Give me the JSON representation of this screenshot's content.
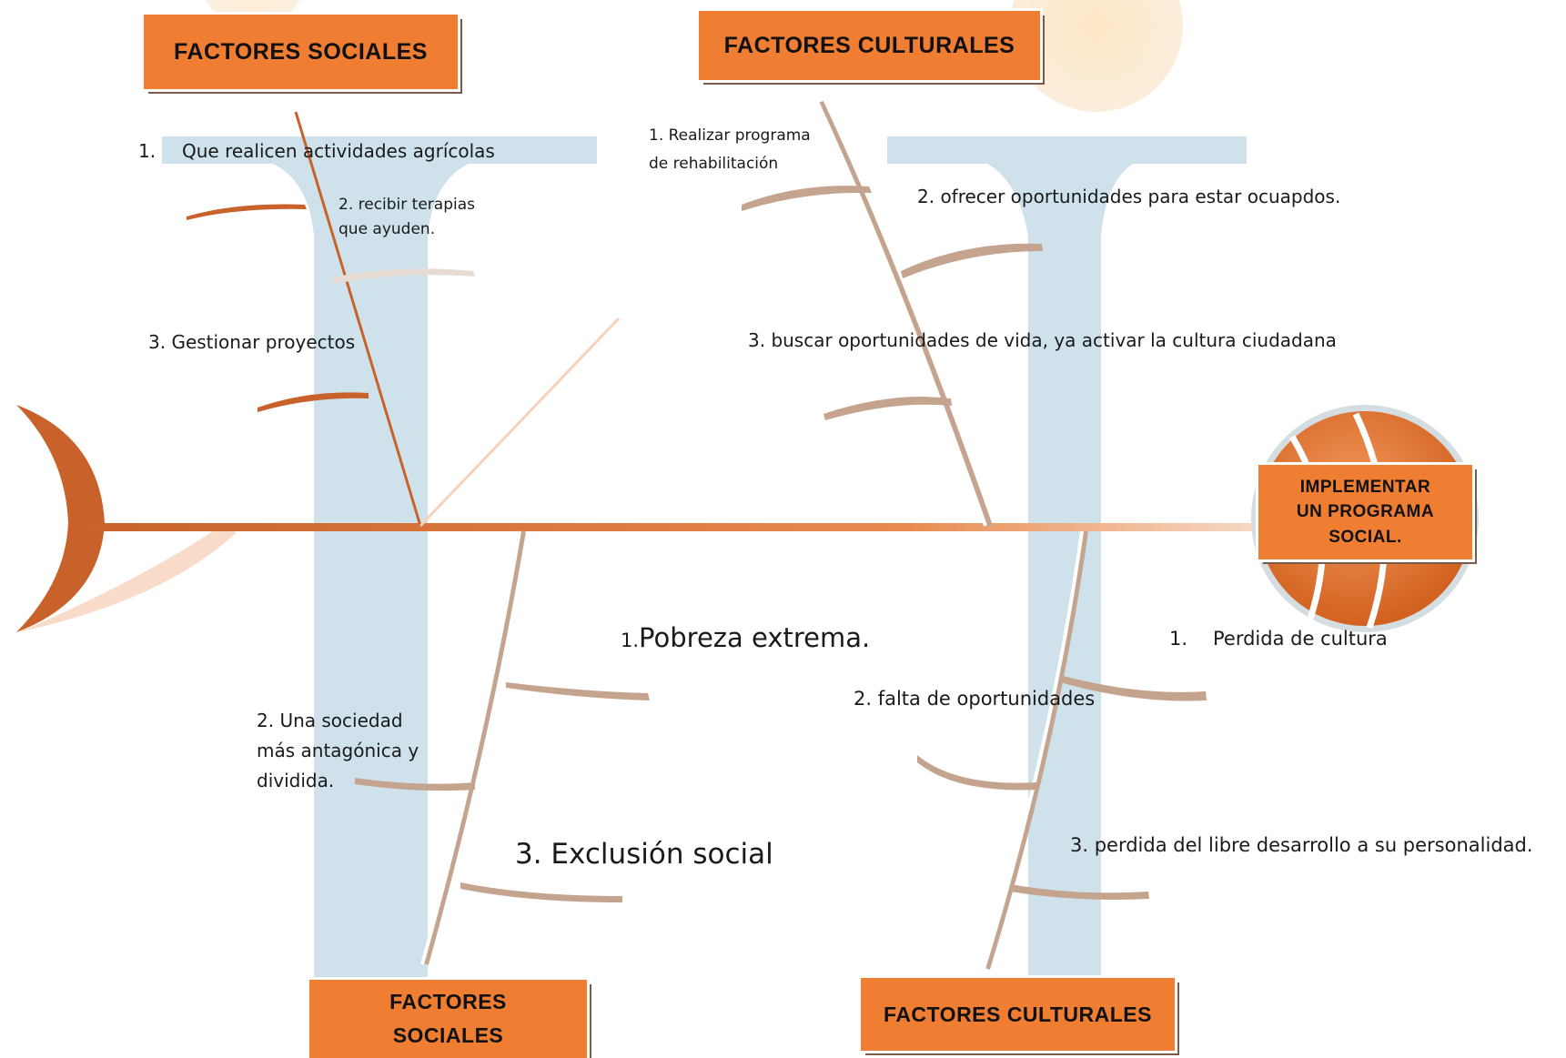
{
  "colors": {
    "accent": "#ef7d32",
    "bone_blue": "#cfe2ec",
    "shadow": "#c4a48e"
  },
  "boxes": {
    "top_left": "FACTORES SOCIALES",
    "top_right": "FACTORES CULTURALES",
    "bottom_left": "FACTORES SOCIALES",
    "bottom_right": "FACTORES CULTURALES",
    "head": "IMPLEMENTAR UN PROGRAMA SOCIAL."
  },
  "top_left_items": [
    {
      "num": "1.",
      "text": "Que realicen actividades agrícolas"
    },
    {
      "text": "2. recibir terapias que ayuden."
    },
    {
      "text": "3. Gestionar proyectos"
    }
  ],
  "top_right_items": [
    {
      "text": "1. Realizar programa de rehabilitación"
    },
    {
      "text": "2. ofrecer oportunidades para estar ocuapdos."
    },
    {
      "text": "3. buscar oportunidades de vida, ya activar la cultura ciudadana"
    }
  ],
  "bottom_left_items": [
    {
      "num": "1.",
      "text": "Pobreza extrema."
    },
    {
      "text": "2. Una sociedad más antagónica y dividida."
    },
    {
      "text": "3. Exclusión social"
    }
  ],
  "bottom_right_items": [
    {
      "num": "1.",
      "text": "Perdida de cultura"
    },
    {
      "text": "2. falta de oportunidades"
    },
    {
      "text": "3. perdida del libre desarrollo a su personalidad."
    }
  ]
}
